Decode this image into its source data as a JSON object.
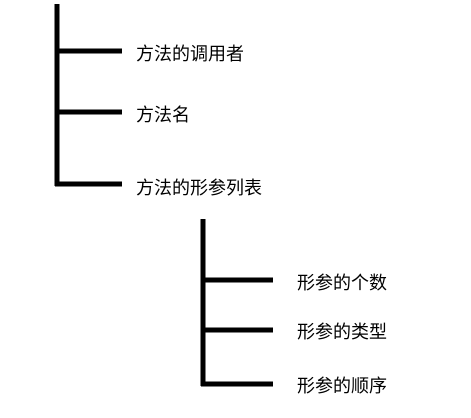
{
  "diagram": {
    "nodes": [
      {
        "id": "caller",
        "label": "方法的调用者",
        "children": []
      },
      {
        "id": "name",
        "label": "方法名",
        "children": []
      },
      {
        "id": "params",
        "label": "方法的形参列表",
        "children": [
          {
            "id": "param-count",
            "label": "形参的个数"
          },
          {
            "id": "param-type",
            "label": "形参的类型"
          },
          {
            "id": "param-order",
            "label": "形参的顺序"
          }
        ]
      }
    ],
    "line_color": "#000000",
    "text_color": "#000000"
  }
}
